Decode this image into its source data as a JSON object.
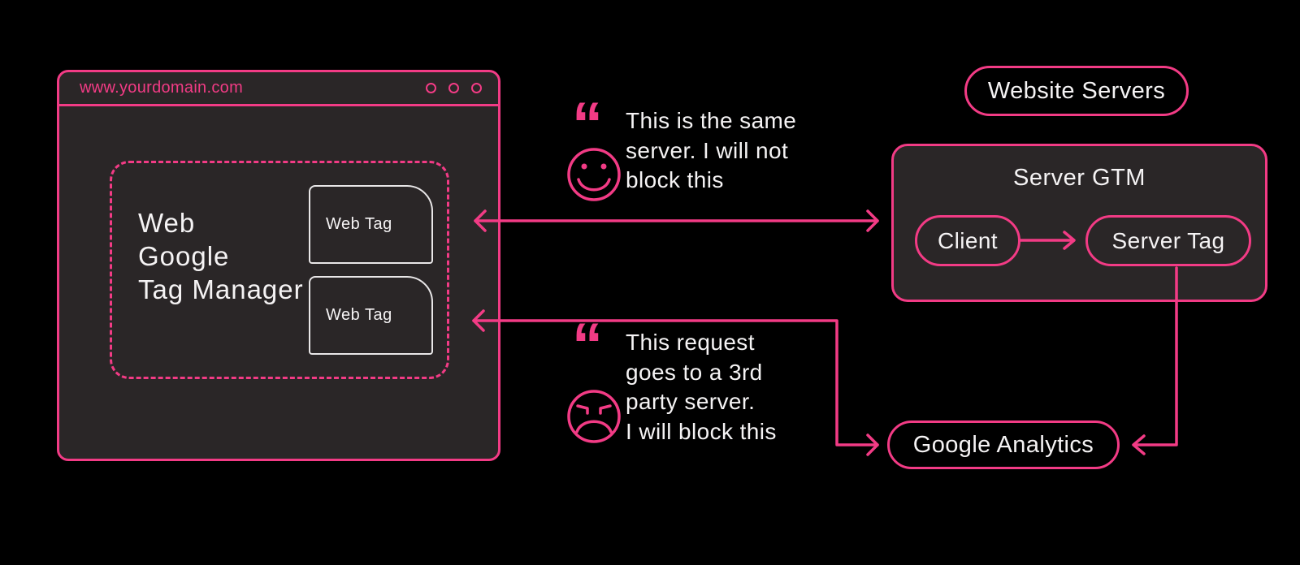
{
  "colors": {
    "accent": "#f23b85",
    "surface": "#2a2627",
    "text_primary": "#f5f3f4",
    "tag_border": "#e9e7e8",
    "background": "#000000"
  },
  "browser_window": {
    "url": "www.yourdomain.com",
    "gtm_container_label": "Web\nGoogle\nTag Manager",
    "web_tags": [
      "Web Tag",
      "Web Tag"
    ]
  },
  "callouts": {
    "allowed": {
      "quote_mark": "“",
      "text": "This is the same\nserver. I will not\nblock this",
      "icon": "happy-face-icon"
    },
    "blocked": {
      "quote_mark": "“",
      "text": "This request\ngoes to a 3rd\nparty server.\nI will block this",
      "icon": "sad-face-icon"
    }
  },
  "right_panel": {
    "website_servers_label": "Website Servers",
    "server_gtm": {
      "title": "Server GTM",
      "client_label": "Client",
      "server_tag_label": "Server Tag"
    },
    "google_analytics_label": "Google Analytics"
  }
}
